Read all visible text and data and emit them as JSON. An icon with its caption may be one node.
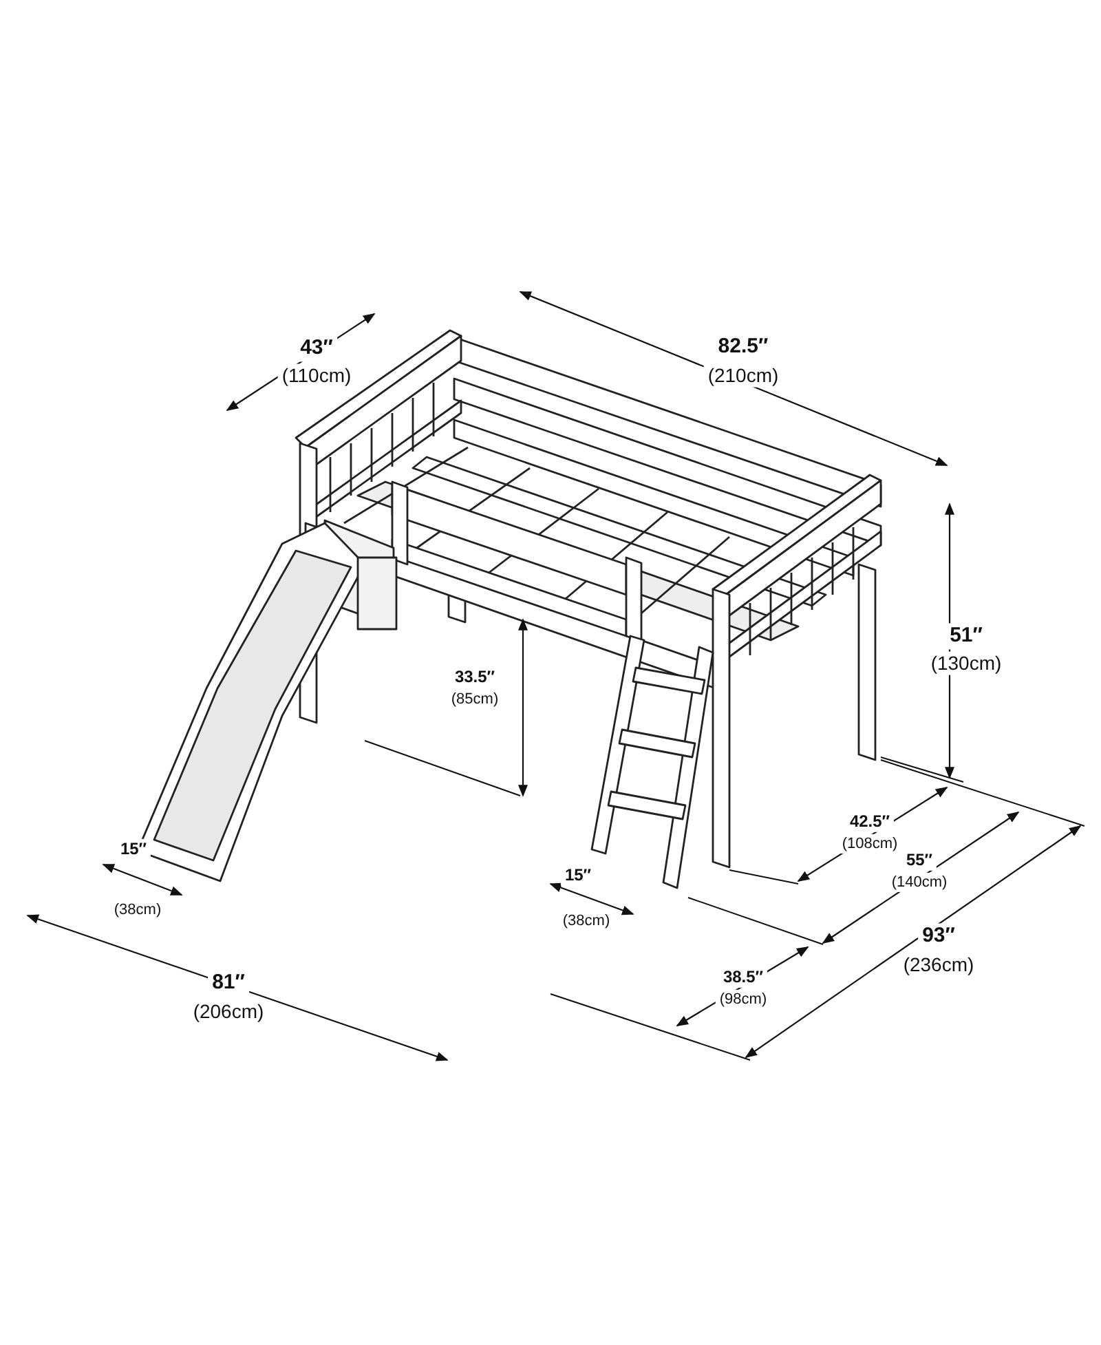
{
  "diagram": {
    "labels": [
      "82.5″",
      "(210cm)",
      "43″",
      "(110cm)",
      "51″",
      "(130cm)",
      "33.5″",
      "(85cm)",
      "42.5″",
      "(108cm)",
      "55″",
      "(140cm)",
      "15″",
      "(38cm)",
      "15″",
      "(38cm)",
      "93″",
      "(236cm)",
      "38.5″",
      "(98cm)",
      "81″",
      "(206cm)"
    ]
  }
}
